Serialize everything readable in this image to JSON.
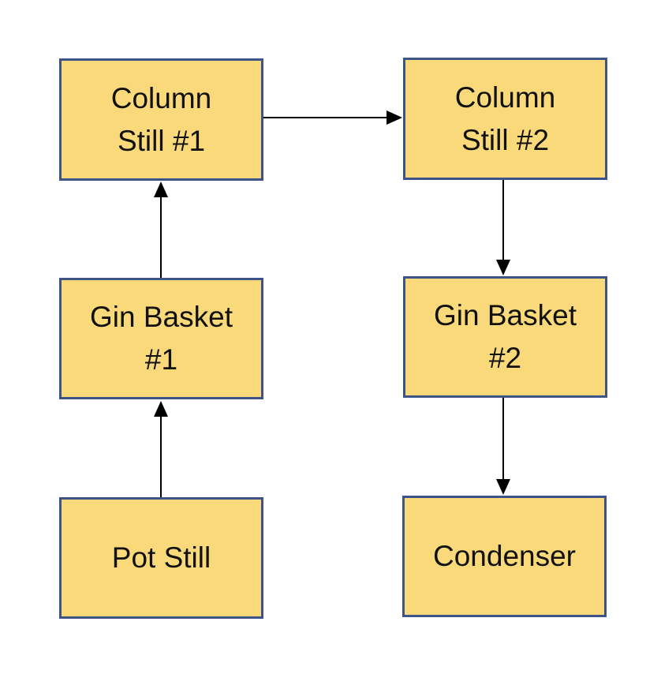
{
  "diagram": {
    "colors": {
      "box_fill": "#f9d97a",
      "box_border": "#3c5488",
      "arrow": "#000000",
      "text": "#111111"
    },
    "nodes": {
      "pot_still": {
        "label": "Pot Still"
      },
      "gin_basket_1": {
        "label": "Gin Basket\n#1"
      },
      "column_still_1": {
        "label": "Column\nStill #1"
      },
      "column_still_2": {
        "label": "Column\nStill #2"
      },
      "gin_basket_2": {
        "label": "Gin Basket\n#2"
      },
      "condenser": {
        "label": "Condenser"
      }
    },
    "edges": [
      {
        "from": "pot_still",
        "to": "gin_basket_1"
      },
      {
        "from": "gin_basket_1",
        "to": "column_still_1"
      },
      {
        "from": "column_still_1",
        "to": "column_still_2"
      },
      {
        "from": "column_still_2",
        "to": "gin_basket_2"
      },
      {
        "from": "gin_basket_2",
        "to": "condenser"
      }
    ]
  }
}
